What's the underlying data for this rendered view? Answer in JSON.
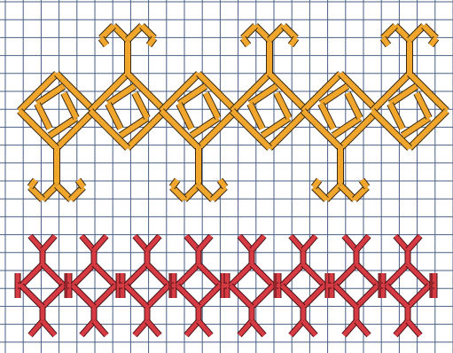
{
  "colors": {
    "background": "#ffffff",
    "grid_line": "#4a5f86",
    "upper_stitch_fill": "#f0a62c",
    "upper_stitch_outline": "#3a2a10",
    "lower_stitch_fill": "#d63a42",
    "lower_stitch_outline": "#4a1014"
  },
  "bands": [
    {
      "name": "upper-band",
      "motif": "crossed-diamond-with-branch-tips",
      "repeats": 6,
      "color_key": "upper_stitch_fill"
    },
    {
      "name": "lower-band",
      "motif": "diamond-with-y-branches",
      "repeats": 8,
      "color_key": "lower_stitch_fill"
    }
  ]
}
